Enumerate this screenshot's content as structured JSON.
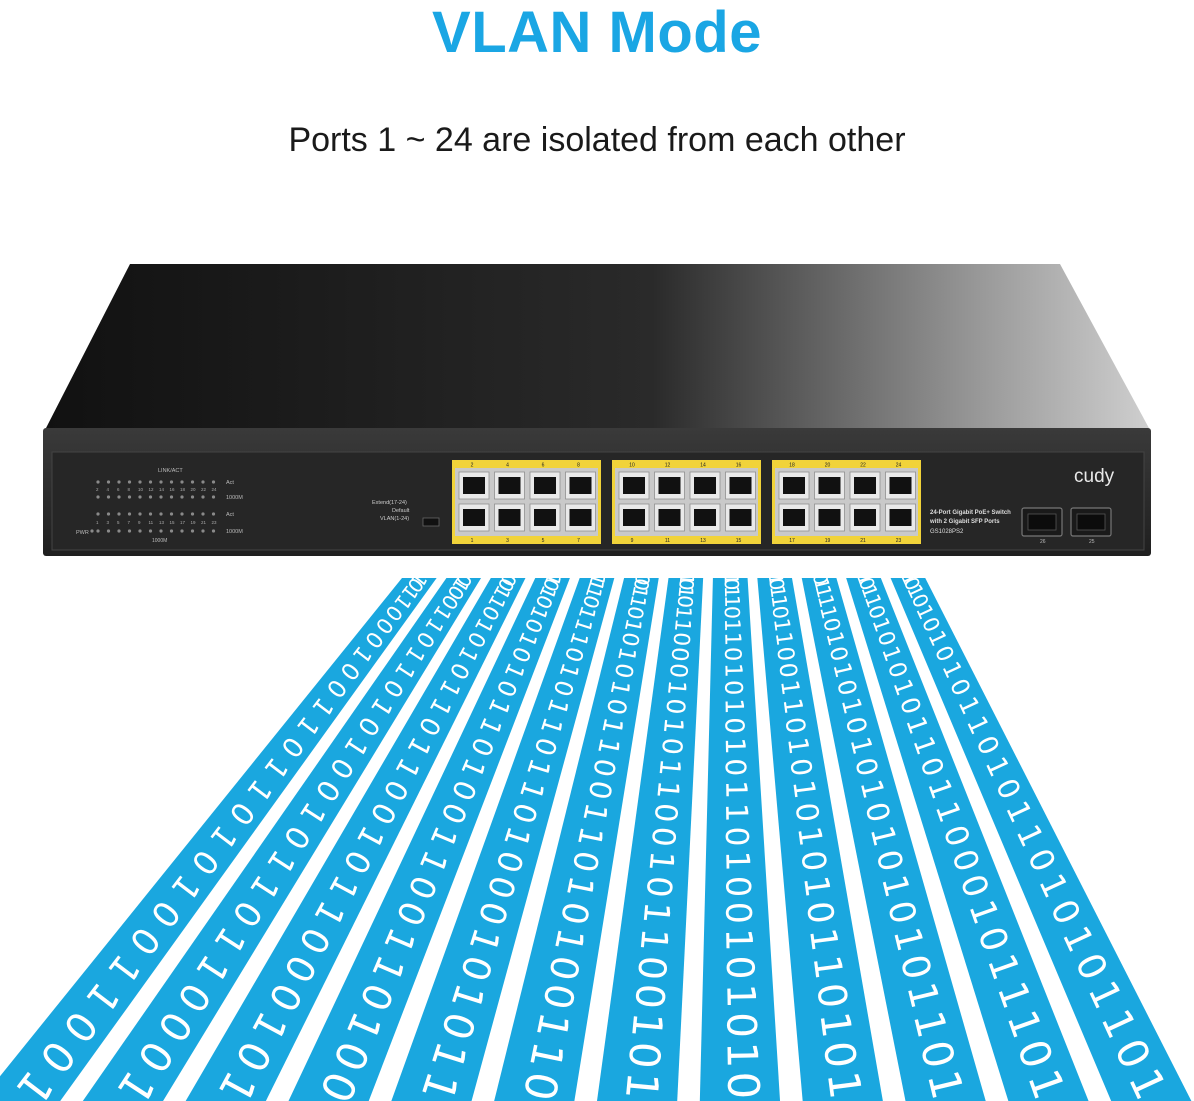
{
  "header": {
    "title": "VLAN Mode",
    "subtitle": "Ports 1 ~ 24 are isolated from each other"
  },
  "colors": {
    "accent": "#1aa6e4",
    "stripe": "#1aa7df",
    "switch_body": "#2b2b2b",
    "port_highlight": "#f1d33a",
    "text": "#1a1a1a"
  },
  "switch": {
    "brand": "cudy",
    "description_line1": "24-Port Gigabit PoE+ Switch",
    "description_line2": "with 2 Gigabit SFP Ports",
    "model": "GS1028PS2",
    "led_panel": {
      "link_act_label": "LINK/ACT",
      "act_label": "Act",
      "speed_label": "1000M",
      "pwr_label": "PWR",
      "top_numbers": [
        "2",
        "4",
        "6",
        "8",
        "10",
        "12",
        "14",
        "16",
        "18",
        "20",
        "22",
        "24"
      ],
      "bottom_numbers": [
        "1",
        "3",
        "5",
        "7",
        "9",
        "11",
        "13",
        "15",
        "17",
        "19",
        "21",
        "23"
      ]
    },
    "mode_switch": {
      "extend": "Extend(17-24)",
      "default": "Default",
      "vlan": "VLAN(1-24)"
    },
    "port_groups": [
      {
        "top": [
          "2",
          "4",
          "6",
          "8"
        ],
        "bottom": [
          "1",
          "3",
          "5",
          "7"
        ]
      },
      {
        "top": [
          "10",
          "12",
          "14",
          "16"
        ],
        "bottom": [
          "9",
          "11",
          "13",
          "15"
        ]
      },
      {
        "top": [
          "18",
          "20",
          "22",
          "24"
        ],
        "bottom": [
          "17",
          "19",
          "21",
          "23"
        ]
      }
    ],
    "sfp_ports": [
      "26",
      "25"
    ]
  },
  "binary_stripes": [
    "10011001010110110010001101",
    "10001101101001010110110010",
    "10100011010011011010101100",
    "00101100110010110101010101",
    "11010100010110110101110111",
    "01100101011001101010101100",
    "10100110100110101000110101",
    "01010100101101010101101101",
    "10101101010101011001101101",
    "10110101010101010101011110",
    "10111010001101101010101101",
    "10110101011010110101010101"
  ]
}
